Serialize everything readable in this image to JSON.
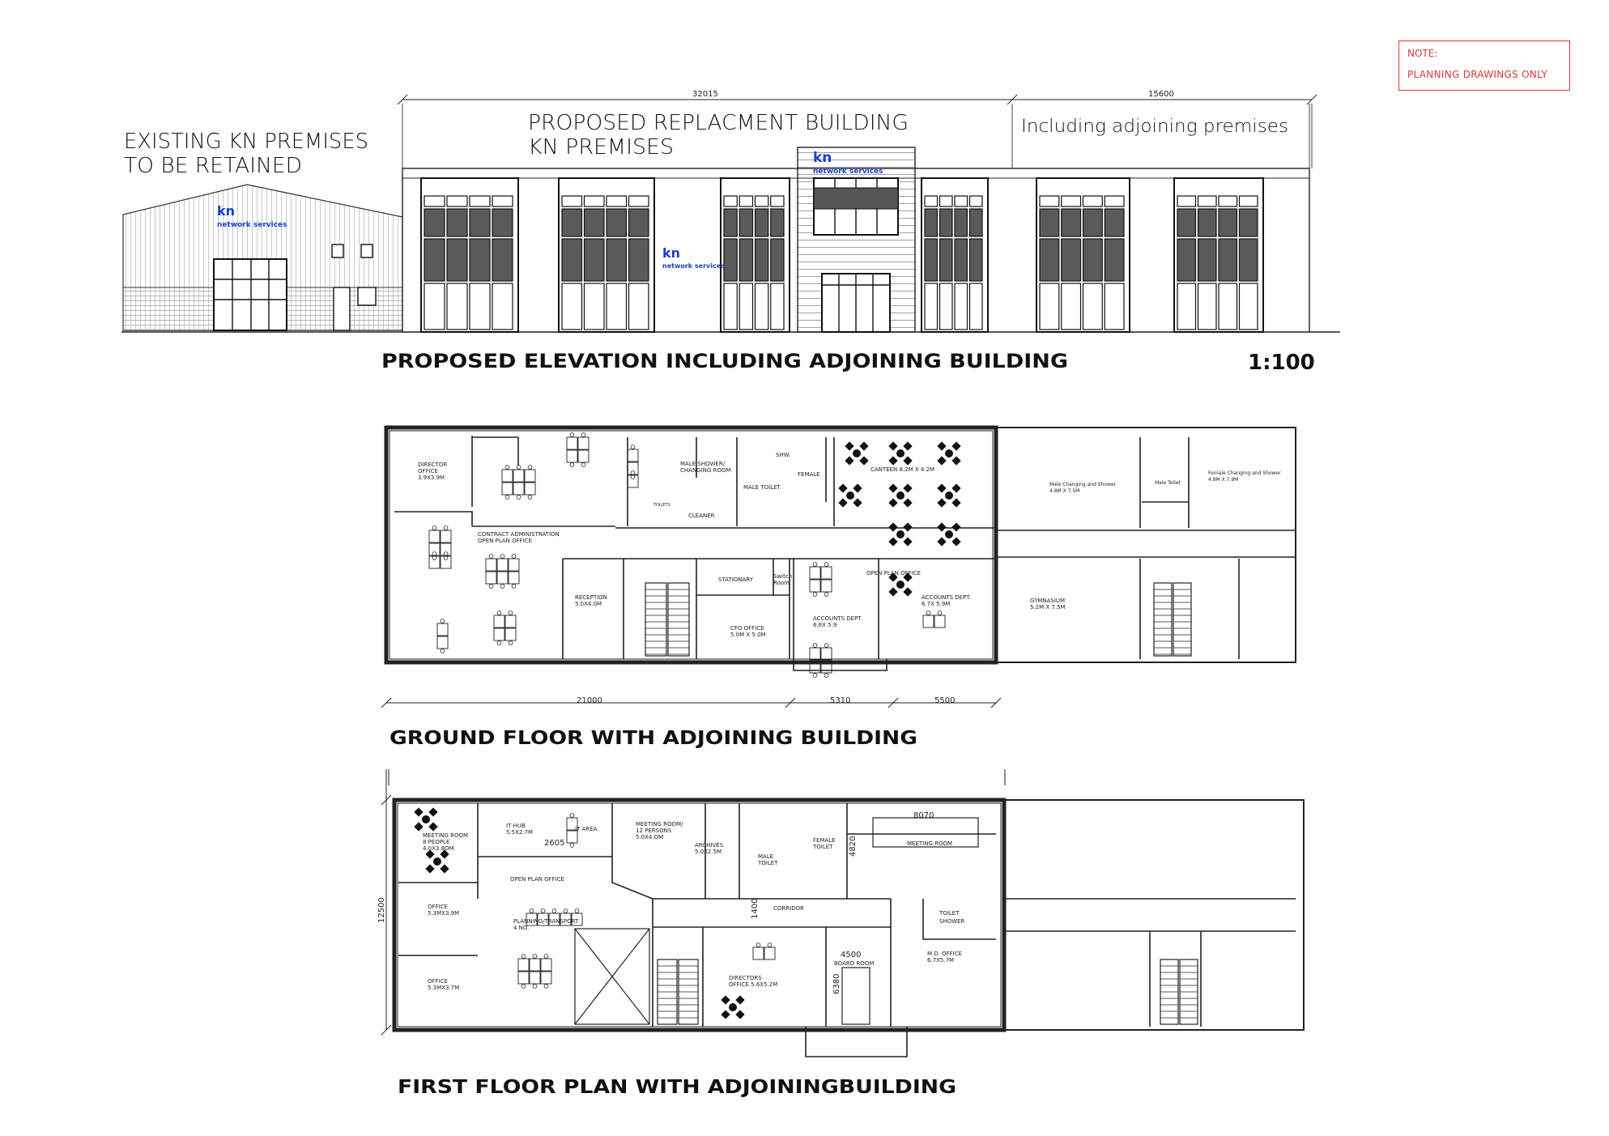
{
  "note": {
    "title": "NOTE:",
    "text": "PLANNING DRAWINGS ONLY"
  },
  "elevation": {
    "existing_label_line1": "EXISTING KN PREMISES",
    "existing_label_line2": "TO BE RETAINED",
    "proposed_label_line1": "PROPOSED REPLACMENT BUILDING",
    "proposed_label_line2": "KN PREMISES",
    "adjoining_label": "Including adjoining premises",
    "dim_main": "32015",
    "dim_adjoining": "15600",
    "logo_short": "kn",
    "logo_long": "network services",
    "heading": "PROPOSED ELEVATION INCLUDING ADJOINING BUILDING",
    "scale": "1:100"
  },
  "ground_floor": {
    "heading": "GROUND FLOOR WITH ADJOINING BUILDING",
    "dims": [
      "21000",
      "5310",
      "5500"
    ],
    "rooms": {
      "director": [
        "DIRECTOR",
        "OFFICE",
        "3.9X3.9M"
      ],
      "contract": [
        "CONTRACT ADMINISTRATION",
        "OPEN PLAN OFFICE"
      ],
      "male_shower": [
        "MALE SHOWER/",
        "CHANGING ROOM"
      ],
      "toilets": "TOILETS",
      "cleaner": "CLEANER",
      "shw": "SHW.",
      "male_toilet": "MALE TOILET",
      "female": "FEMALE",
      "canteen": "CANTEEN 8.2M X 4.2M",
      "reception": [
        "RECEPTION",
        "5.0X4.0M"
      ],
      "stationary": "STATIONARY",
      "switch_room": [
        "Switch",
        "Room"
      ],
      "cfo": [
        "CFO OFFICE",
        "5.0M X 5.0M"
      ],
      "open_plan": "OPEN PLAN OFFICE",
      "accounts1": [
        "ACCOUNTS DEPT.",
        "6.7X 5.9M"
      ],
      "accounts2": [
        "ACCOUNTS DEPT.",
        "6.8X 5.9"
      ],
      "male_changing": [
        "Male Changing and Shower",
        "4.8M X 7.5M"
      ],
      "male_toilet2": "Male Toilet",
      "female_changing": [
        "Female Changing and Shower",
        "4.8M X 7.9M"
      ],
      "gymnasium": [
        "GYMNASIUM",
        "5.2M X 7.5M"
      ]
    }
  },
  "first_floor": {
    "heading": "FIRST FLOOR PLAN WITH ADJOININGBUILDING",
    "dims": [
      "12500",
      "8070",
      "4820",
      "2605",
      "1400",
      "4500",
      "6380"
    ],
    "rooms": {
      "meeting8": [
        "MEETING ROOM",
        "8 PEOPLE",
        "4.0X3.8OM"
      ],
      "it_hub": [
        "IT HUB",
        "5.5X2.7M"
      ],
      "it_area": "IT AREA",
      "meeting12": [
        "MEETING ROOM/",
        "12 PERSONS",
        "5.0X4.OM"
      ],
      "archives": [
        "ARCHIVES",
        "5.0X2.5M"
      ],
      "male_toilet": [
        "MALE",
        "TOILET"
      ],
      "female_toilet": [
        "FEMALE",
        "TOILET"
      ],
      "meeting_room": "MEETING ROOM",
      "open_plan": "OPEN PLAN OFFICE",
      "office1": [
        "OFFICE",
        "5.3MX3.9M"
      ],
      "planning": [
        "PLANNING/TRANSPORT",
        "4 NO."
      ],
      "corridor": "CORRIDOR",
      "toilet_shower": [
        "TOILET",
        "SHOWER"
      ],
      "office2": [
        "OFFICE",
        "5.3MX3.7M"
      ],
      "directors": [
        "DIRECTORS",
        "OFFICE 5.6X5.2M"
      ],
      "board": "BOARD ROOM",
      "md_office": [
        "M.D. OFFICE",
        "6.7X5.7M"
      ]
    }
  }
}
